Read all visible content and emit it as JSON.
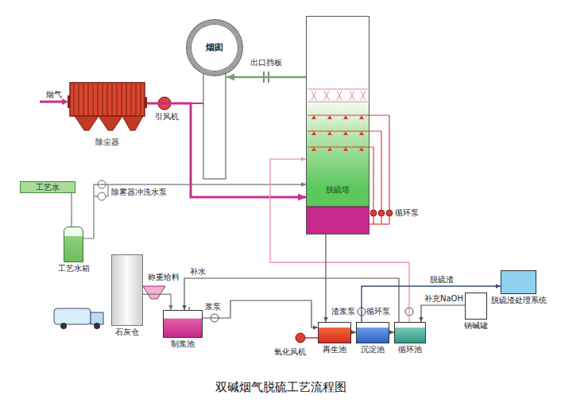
{
  "diagram": {
    "caption": "双碱烟气脱硫工艺流程图",
    "nodes": [
      {
        "text": [
          "烟囱"
        ]
      },
      {
        "text": [
          "除尘器"
        ]
      },
      {
        "text": [
          "脱硫塔"
        ]
      },
      {
        "text": [
          "工艺水"
        ]
      },
      {
        "text": [
          "工艺水箱"
        ]
      },
      {
        "text": [
          "石灰仓"
        ]
      },
      {
        "text": [
          "制浆池"
        ]
      },
      {
        "text": [
          "钠碱罐"
        ]
      },
      {
        "text": [
          "脱硫渣处理系统"
        ]
      },
      {
        "text": [
          "再生池"
        ]
      },
      {
        "text": [
          "沉淀池"
        ]
      },
      {
        "text": [
          "循环池"
        ]
      }
    ],
    "edges": [
      {
        "from": 1,
        "to": 2,
        "arrow": "to"
      },
      {
        "from": 2,
        "to": 0,
        "arrow": "to"
      },
      {
        "from": 3,
        "to": 4,
        "arrow": "none"
      },
      {
        "from": 4,
        "to": 2,
        "arrow": "to"
      },
      {
        "from": 5,
        "to": 6,
        "arrow": "to"
      },
      {
        "from": 6,
        "to": 9,
        "arrow": "to"
      },
      {
        "from": 9,
        "to": 10,
        "arrow": "to"
      },
      {
        "from": 10,
        "to": 11,
        "arrow": "to"
      },
      {
        "from": 7,
        "to": 11,
        "label": "补充NaOH",
        "arrow": "to"
      },
      {
        "from": 11,
        "to": 2,
        "arrow": "to"
      },
      {
        "from": 2,
        "to": 9,
        "arrow": "to"
      },
      {
        "from": 10,
        "to": 8,
        "label": "脱硫渣",
        "arrow": "to"
      },
      {
        "from": 11,
        "to": 6,
        "label": "补水",
        "arrow": "to"
      }
    ],
    "labels": [
      "烟气",
      "引风机",
      "出口挡板",
      "除雾器冲洗水泵",
      "循环泵",
      "称重给料",
      "浆泵",
      "氧化风机",
      "渣浆泵",
      "循环泵"
    ]
  }
}
